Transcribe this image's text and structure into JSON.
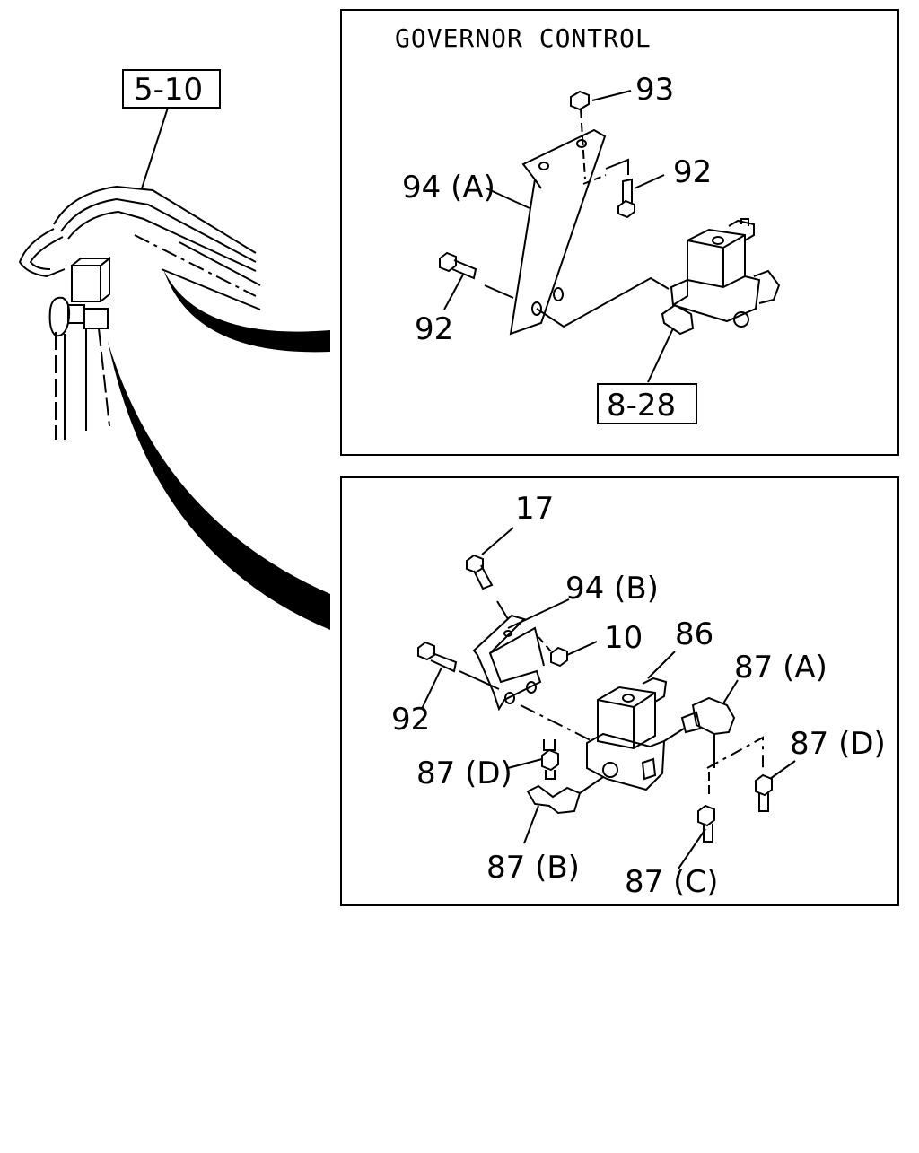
{
  "title": "GOVERNOR CONTROL",
  "refs": {
    "ref_5_10": "5-10",
    "ref_8_28": "8-28"
  },
  "top_panel": {
    "p93": "93",
    "p94a": "94 (A)",
    "p92_right": "92",
    "p92_left": "92"
  },
  "bottom_panel": {
    "p17": "17",
    "p94b": "94 (B)",
    "p10": "10",
    "p86": "86",
    "p87a": "87 (A)",
    "p92": "92",
    "p87d_left": "87 (D)",
    "p87d_right": "87 (D)",
    "p87b": "87 (B)",
    "p87c": "87 (C)"
  },
  "colors": {
    "ink": "#000000",
    "paper": "#ffffff"
  }
}
